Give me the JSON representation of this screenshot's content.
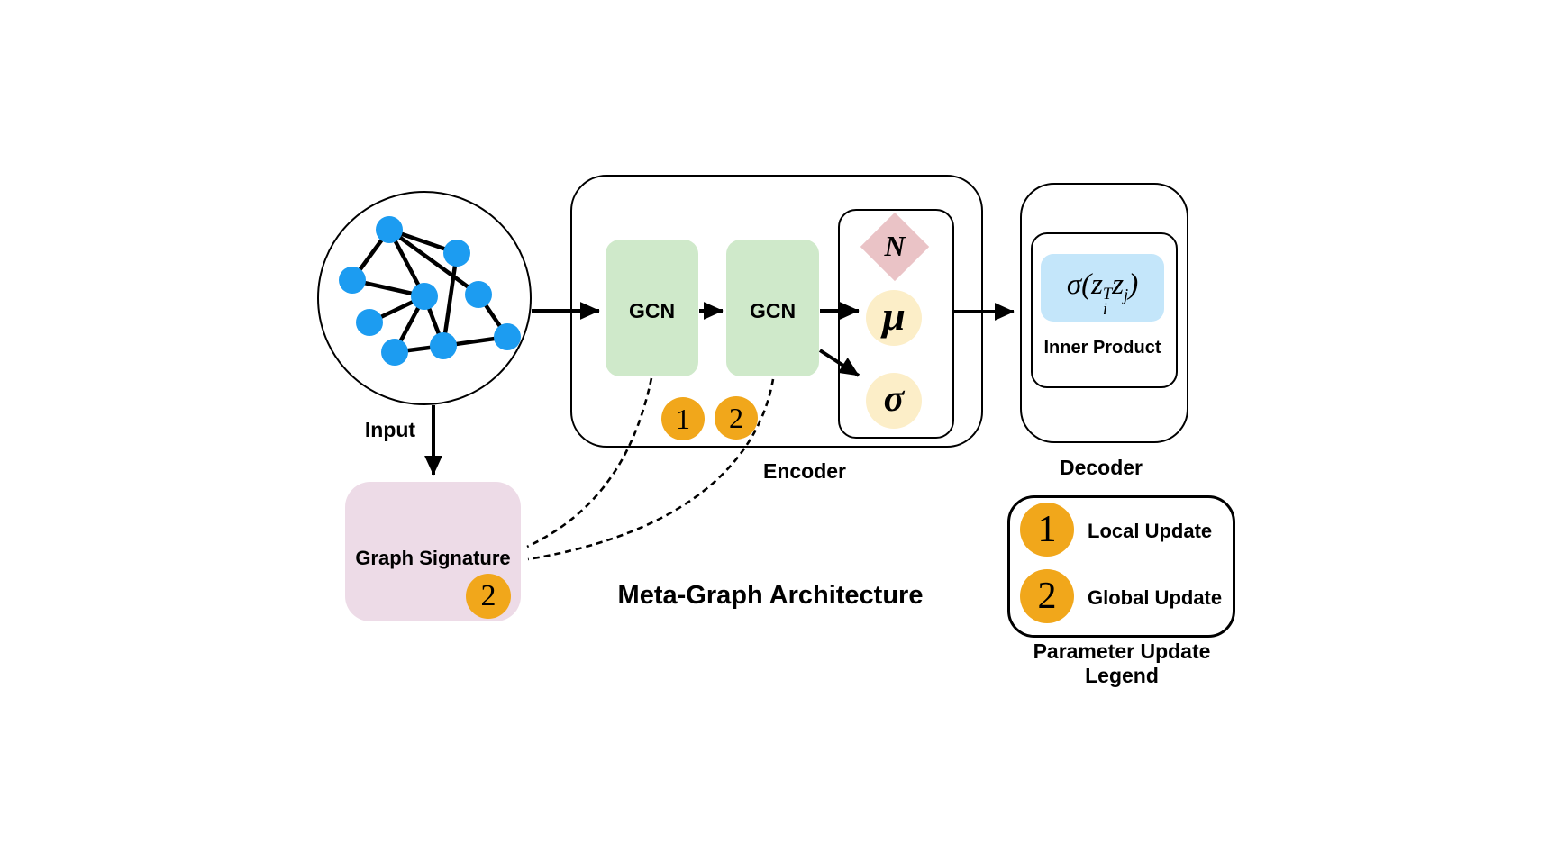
{
  "title": "Meta-Graph Architecture",
  "colors": {
    "node_blue": "#1c9cf1",
    "gcn_green": "#cfe9ca",
    "signature_pink": "#eddbe7",
    "diamond_rose": "#eac3c6",
    "latent_cream": "#fceec8",
    "formula_blue": "#c4e6fa",
    "badge_orange": "#f1a71b",
    "stroke_black": "#000000"
  },
  "input": {
    "label": "Input"
  },
  "graph_signature": {
    "label": "Graph Signature",
    "badge_global": "2"
  },
  "encoder": {
    "label": "Encoder",
    "gcn1_label": "GCN",
    "gcn2_label": "GCN",
    "distribution_symbol": "N",
    "mu_symbol": "μ",
    "sigma_symbol": "σ",
    "badge_local": "1",
    "badge_global": "2"
  },
  "decoder": {
    "label": "Decoder",
    "inner_product_label": "Inner Product",
    "formula": {
      "sigma_open": "σ(",
      "z1": "z",
      "sup": "T",
      "sub": "i",
      "z2": "z",
      "sub2": "j",
      "close": ")"
    }
  },
  "legend": {
    "items": [
      {
        "badge": "1",
        "label": "Local Update"
      },
      {
        "badge": "2",
        "label": "Global Update"
      }
    ],
    "caption_line1": "Parameter Update",
    "caption_line2": "Legend"
  }
}
